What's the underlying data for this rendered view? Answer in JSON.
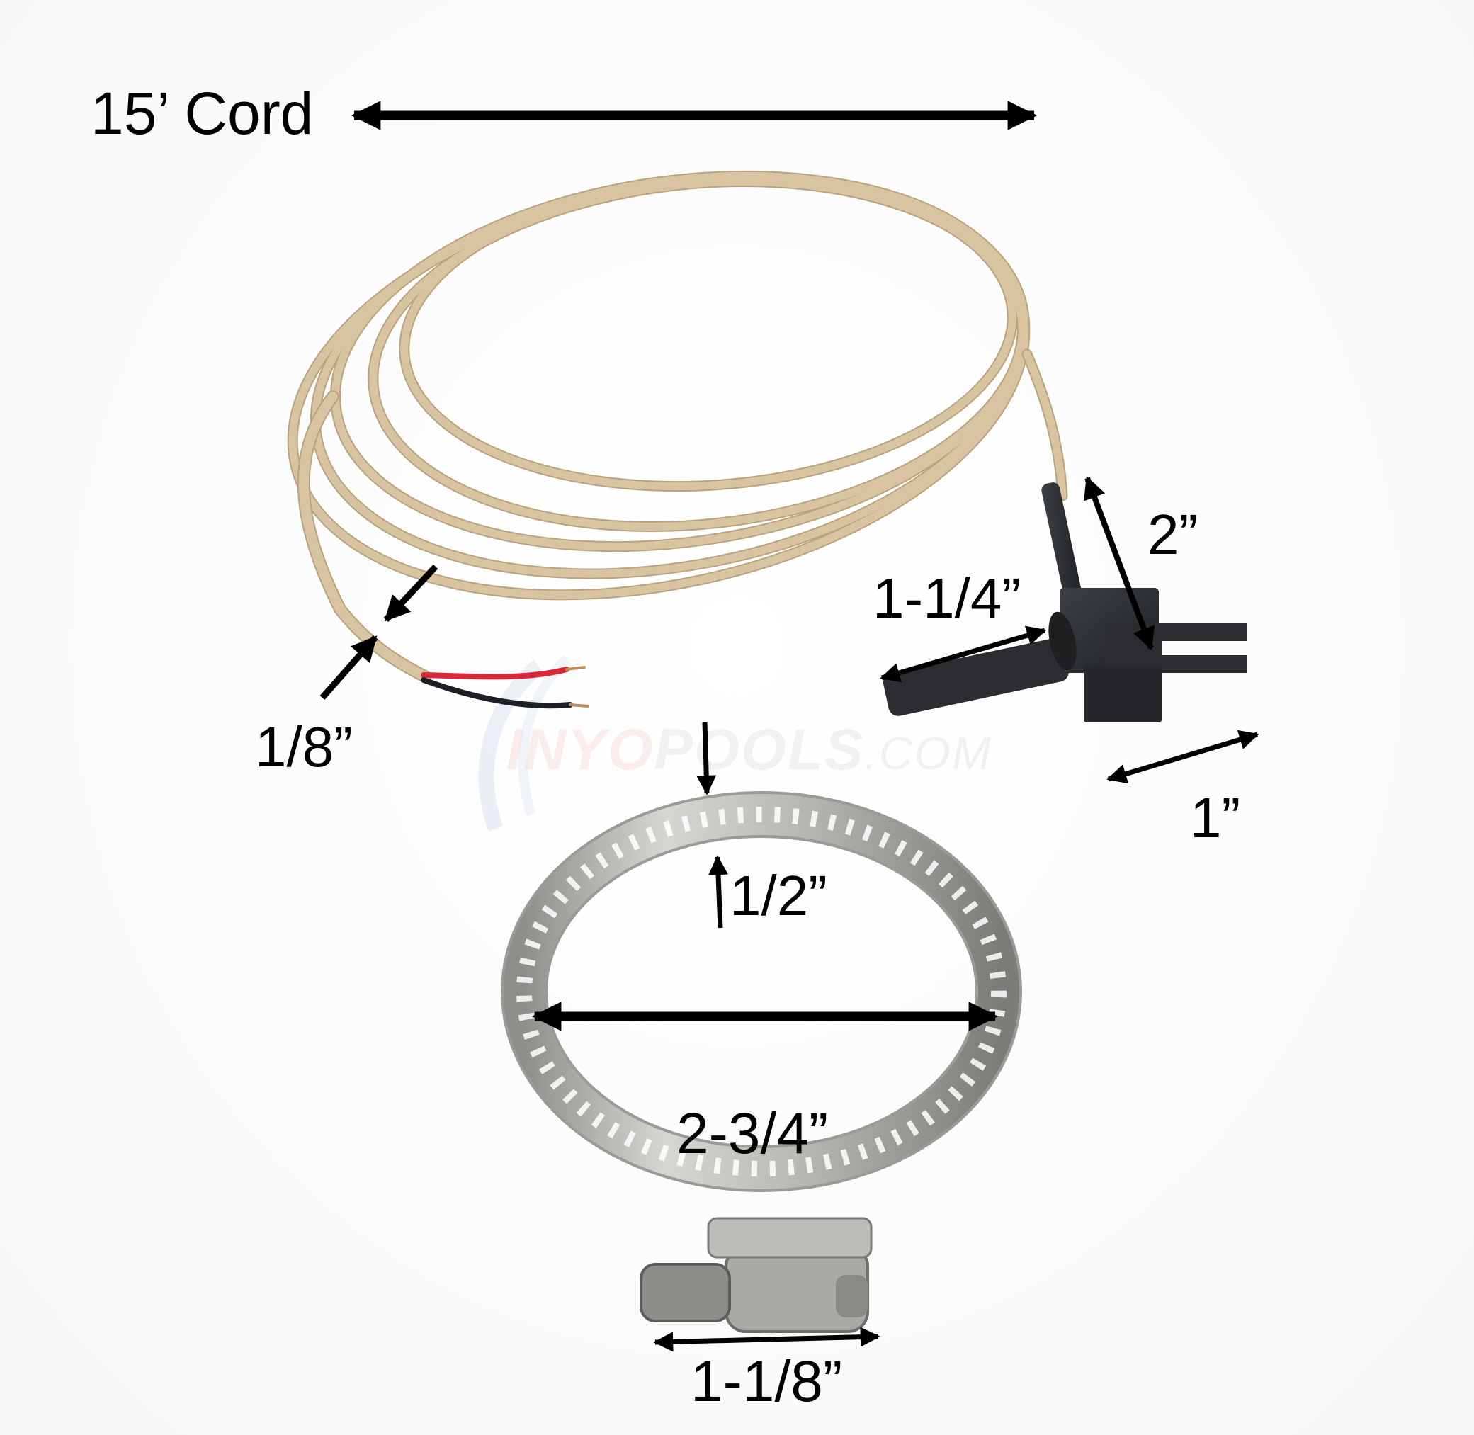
{
  "image": {
    "subject": "Temperature sensor with 15 ft cord and hose clamp",
    "background_color": "#ffffff"
  },
  "watermark": {
    "part1": "INYO",
    "part2": "POOLS",
    "part3": ".COM",
    "color1": "#e6786e",
    "color2": "#96969b"
  },
  "labels": {
    "cord_length": "15’ Cord",
    "wire_diameter": "1/8”",
    "sensor_height": "2”",
    "probe_length": "1-1/4”",
    "bracket_width": "1”",
    "band_width": "1/2”",
    "clamp_diameter": "2-3/4”",
    "screw_housing_length": "1-1/8”"
  },
  "colors": {
    "cord": "#d8c4a0",
    "cord_shadow": "#b9a47e",
    "sensor": "#2c2e31",
    "clamp": "#b9b8b4",
    "wire_red": "#d8283a",
    "wire_black": "#1c1f26",
    "copper": "#c08a5a",
    "arrow": "#000000"
  }
}
